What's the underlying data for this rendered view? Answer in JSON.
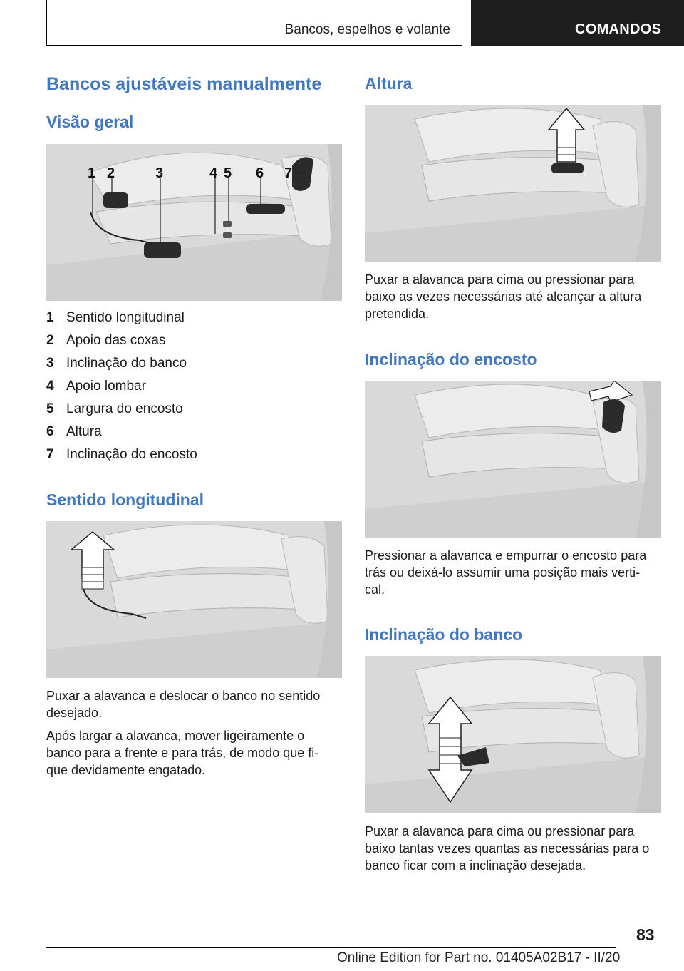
{
  "header": {
    "section": "Bancos, espelhos e volante",
    "chapter": "COMANDOS"
  },
  "left": {
    "title": "Bancos ajustáveis manualmente",
    "overview_heading": "Visão geral",
    "legend": [
      {
        "num": "1",
        "label": "Sentido longitudinal"
      },
      {
        "num": "2",
        "label": "Apoio das coxas"
      },
      {
        "num": "3",
        "label": "Inclinação do banco"
      },
      {
        "num": "4",
        "label": "Apoio lombar"
      },
      {
        "num": "5",
        "label": "Largura do encosto"
      },
      {
        "num": "6",
        "label": "Altura"
      },
      {
        "num": "7",
        "label": "Inclinação do encosto"
      }
    ],
    "callouts": [
      "1",
      "2",
      "3",
      "4",
      "5",
      "6",
      "7"
    ],
    "longitudinal_heading": "Sentido longitudinal",
    "longitudinal_p1": "Puxar a alavanca e deslocar o banco no sentido desejado.",
    "longitudinal_p2": "Após largar a alavanca, mover ligeiramente o banco para a frente e para trás, de modo que fi- que devidamente engatado."
  },
  "right": {
    "height_heading": "Altura",
    "height_p": "Puxar a alavanca para cima ou pressionar para baixo as vezes necessárias até alcançar a altura pretendida.",
    "backrest_heading": "Inclinação do encosto",
    "backrest_p": "Pressionar a alavanca e empurrar o encosto para trás ou deixá-lo assumir uma posição mais verti- cal.",
    "seat_heading": "Inclinação do banco",
    "seat_p": "Puxar a alavanca para cima ou pressionar para baixo tantas vezes quantas as necessárias para o banco ficar com a inclinação desejada."
  },
  "footer": {
    "page_number": "83",
    "edition": "Online Edition for Part no. 01405A02B17 - II/20"
  }
}
